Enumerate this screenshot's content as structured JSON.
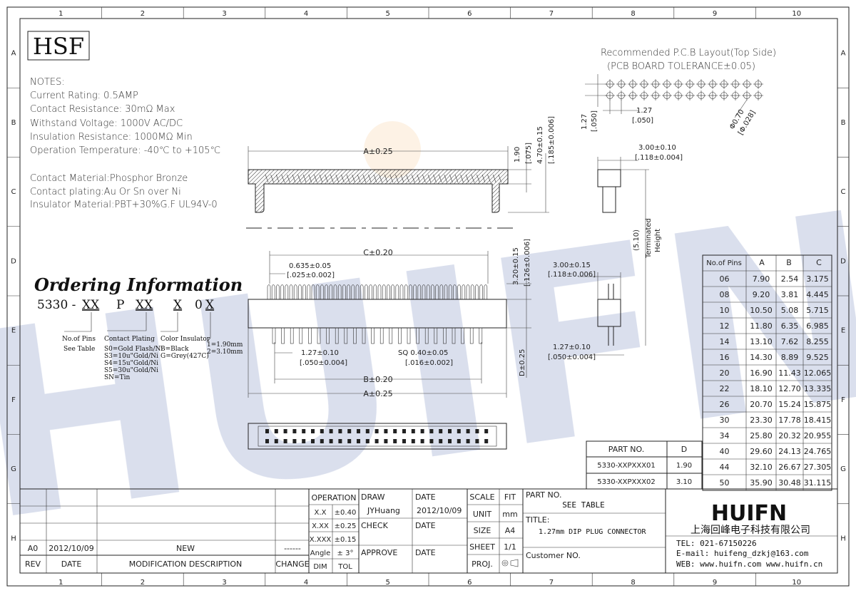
{
  "frame": {
    "col_numbers": [
      "1",
      "2",
      "3",
      "4",
      "5",
      "6",
      "7",
      "8",
      "9",
      "10"
    ],
    "row_letters": [
      "A",
      "B",
      "C",
      "D",
      "E",
      "F",
      "G",
      "H"
    ]
  },
  "logo": "HSF",
  "watermark": "HUIFN",
  "notes": {
    "title": "NOTES:",
    "lines": [
      "Current Rating: 0.5AMP",
      "Contact Resistance: 30mΩ Max",
      "Withstand Voltage: 1000V AC/DC",
      "Insulation Resistance: 1000MΩ Min",
      "Operation Temperature: -40℃ to +105℃"
    ],
    "material_lines": [
      "Contact Material:Phosphor Bronze",
      "Contact plating:Au Or  Sn over Ni",
      "Insulator Material:PBT+30%G.F UL94V-0"
    ]
  },
  "ordering": {
    "title": "Ordering Information",
    "code_prefix": "5330 -",
    "code_parts": [
      "XX",
      "P",
      "XX",
      "X",
      "0",
      "X"
    ],
    "pins_label": [
      "No.of Pins",
      "See Table"
    ],
    "plating_title": "Contact Plating",
    "plating_options": [
      "S0=Gold Flash/Ni",
      "S3=10u\"Gold/Ni",
      "S4=15u\"Gold/Ni",
      "S5=30u\"Gold/Ni",
      "SN=Tin"
    ],
    "color_title": "Color Insulator",
    "color_options": [
      "B=Black",
      "G=Grey(427C)"
    ],
    "height_options": [
      "1=1.90mm",
      "2=3.10mm"
    ]
  },
  "pcb_layout": {
    "title": "Recommended P.C.B Layout(Top Side)",
    "subtitle": "(PCB BOARD TOLERANCE±0.05)",
    "dim_pitch_v": [
      "1.27",
      "[.050]"
    ],
    "dim_pitch_h": [
      "1.27",
      "[.050]"
    ],
    "dim_hole": [
      "Φ0.70",
      "[Φ.028]"
    ]
  },
  "dimensions": {
    "a_top": "A±0.25",
    "h1": [
      "1.90",
      "[.075]"
    ],
    "h2": [
      "4.70±0.15",
      "[.185±0.006]"
    ],
    "side_top": [
      "3.00±0.10",
      "[.118±0.004]"
    ],
    "terminated": [
      "(5.10)",
      "Terminated",
      "Height"
    ],
    "c": "C±0.20",
    "pitch_a": [
      "0.635±0.05",
      "[.025±0.002]"
    ],
    "h3": [
      "3.20±0.15",
      "[.126±0.006]"
    ],
    "side_mid": [
      "3.00±0.15",
      "[.118±0.006]"
    ],
    "pitch_b": [
      "1.27±0.10",
      "[.050±0.004]"
    ],
    "sq": [
      "SQ 0.40±0.05",
      "[.016±0.002]"
    ],
    "d": "D±0.25",
    "side_pitch": [
      "1.27±0.10",
      "[.050±0.004]"
    ],
    "b": "B±0.20",
    "a_bot": "A±0.25"
  },
  "pin_table": {
    "headers": [
      "No.of Pins",
      "A",
      "B",
      "C"
    ],
    "rows": [
      [
        "06",
        "7.90",
        "2.54",
        "3.175"
      ],
      [
        "08",
        "9.20",
        "3.81",
        "4.445"
      ],
      [
        "10",
        "10.50",
        "5.08",
        "5.715"
      ],
      [
        "12",
        "11.80",
        "6.35",
        "6.985"
      ],
      [
        "14",
        "13.10",
        "7.62",
        "8.255"
      ],
      [
        "16",
        "14.30",
        "8.89",
        "9.525"
      ],
      [
        "20",
        "16.90",
        "11.43",
        "12.065"
      ],
      [
        "22",
        "18.10",
        "12.70",
        "13.335"
      ],
      [
        "26",
        "20.70",
        "15.24",
        "15.875"
      ],
      [
        "30",
        "23.30",
        "17.78",
        "18.415"
      ],
      [
        "34",
        "25.80",
        "20.32",
        "20.955"
      ],
      [
        "40",
        "29.60",
        "24.13",
        "24.765"
      ],
      [
        "44",
        "32.10",
        "26.67",
        "27.305"
      ],
      [
        "50",
        "35.90",
        "30.48",
        "31.115"
      ]
    ]
  },
  "part_table": {
    "headers": [
      "PART NO.",
      "D"
    ],
    "rows": [
      [
        "5330-XXPXXX01",
        "1.90"
      ],
      [
        "5330-XXPXXX02",
        "3.10"
      ]
    ]
  },
  "title_block": {
    "rev_row": [
      "A0",
      "2012/10/09",
      "NEW",
      "------"
    ],
    "rev_header": [
      "REV",
      "DATE",
      "MODIFICATION  DESCRIPTION",
      "CHANGE"
    ],
    "operation": "OPERATION",
    "tolerances": [
      [
        "X.X",
        "±0.40"
      ],
      [
        "X.XX",
        "±0.25"
      ],
      [
        "X.XXX",
        "±0.15"
      ],
      [
        "Angle",
        "± 3°"
      ]
    ],
    "dim_tol": [
      "DIM",
      "TOL"
    ],
    "draw_label": "DRAW",
    "draw_name": "JYHuang",
    "check_label": "CHECK",
    "approve_label": "APPROVE",
    "date_label": "DATE",
    "draw_date": "2012/10/09",
    "scale_label": "SCALE",
    "scale_value": "FIT",
    "unit_label": "UNIT",
    "unit_value": "mm",
    "size_label": "SIZE",
    "size_value": "A4",
    "sheet_label": "SHEET",
    "sheet_value": "1/1",
    "proj_label": "PROJ.",
    "part_no_label": "PART NO.",
    "part_no_value": "SEE TABLE",
    "title_label": "TITLE:",
    "title_value": "1.27mm DIP PLUG CONNECTOR",
    "customer_label": "Customer NO.",
    "company_logo": "HUIFN",
    "company_cn": "上海回峰电子科技有限公司",
    "tel": "TEL: 021-67150226",
    "email": "E-mail: huifeng_dzkj@163.com",
    "web": "WEB: www.huifn.com  www.huifn.cn"
  }
}
